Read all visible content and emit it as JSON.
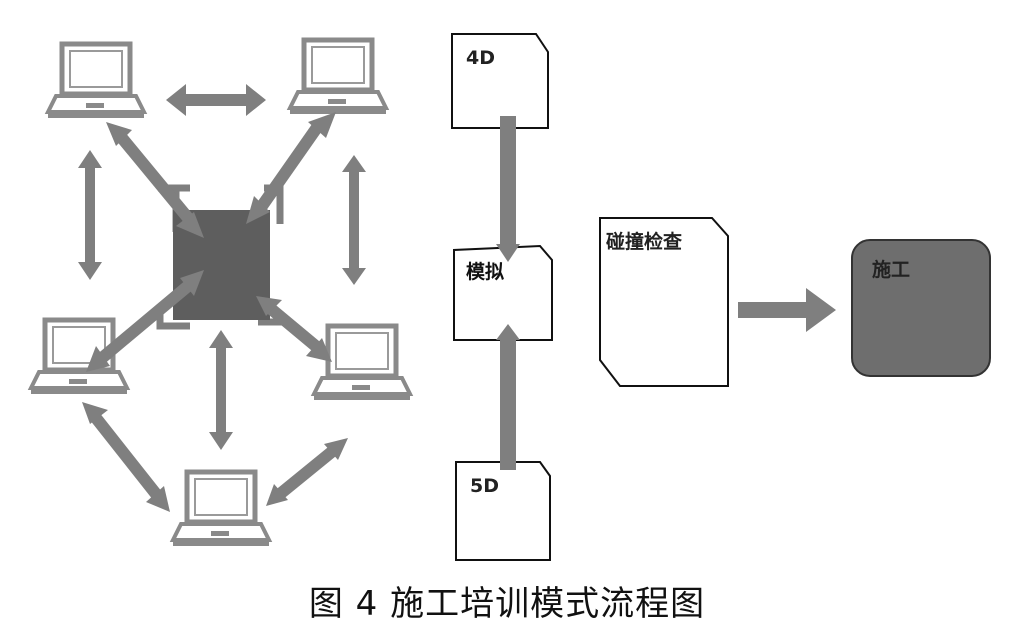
{
  "diagram": {
    "box_4d": "4D",
    "box_simulate": "模拟",
    "box_5d": "5D",
    "box_clash": "碰撞检查",
    "box_construction": "施工"
  },
  "caption": "图 4 施工培训模式流程图",
  "colors": {
    "arrow": "#7f7f7f",
    "hub": "#5e5e5e",
    "construction_fill": "#6e6e6e",
    "box_stroke": "#111111",
    "laptop": "#8a8a8a"
  }
}
